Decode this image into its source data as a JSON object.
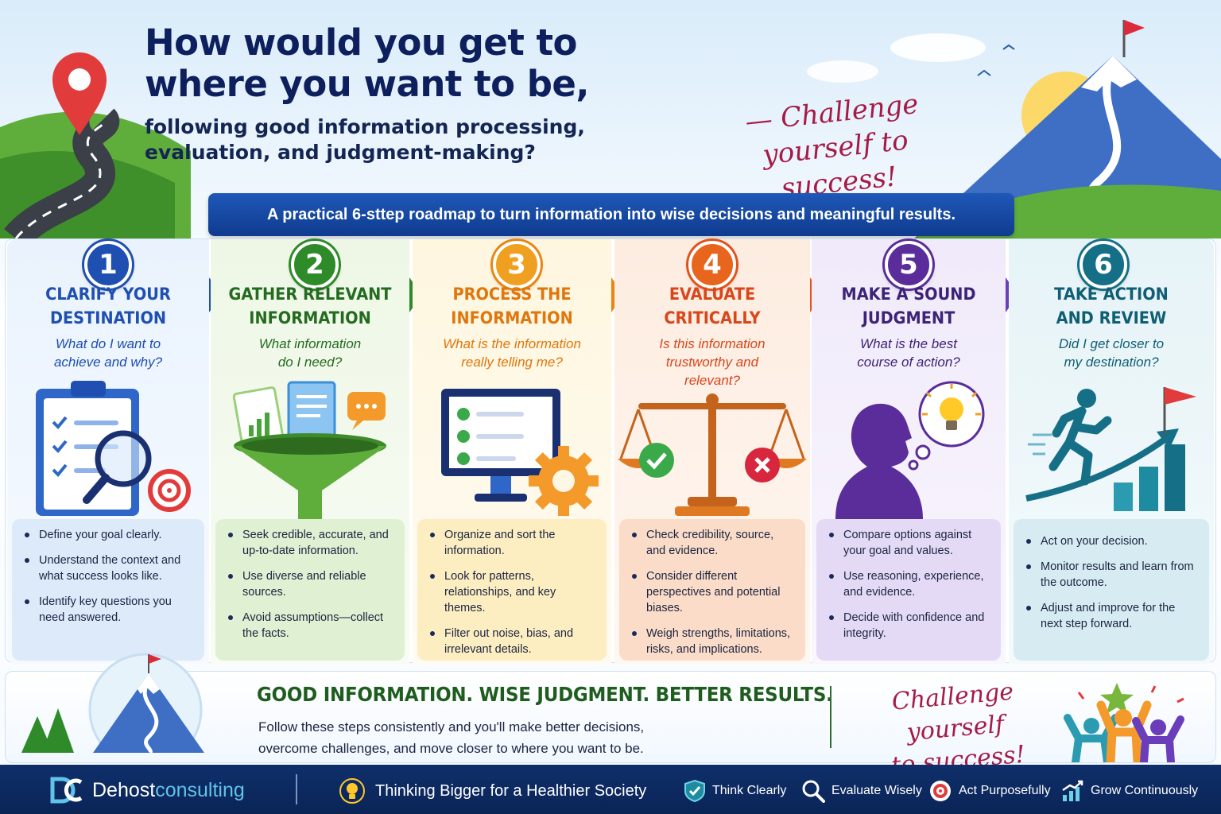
{
  "title": {
    "line1": "How would you get to",
    "line2": "where you want to be,",
    "sub1": "following good information processing,",
    "sub2": "evaluation, and judgment-making?"
  },
  "tagline_top": {
    "line1": "— Challenge",
    "line2": "yourself to success!"
  },
  "banner": "A practical 6-sttep roadmap to turn information into wise decisions and meaningful results.",
  "steps": [
    {
      "num": "1",
      "title1": "CLARIFY YOUR",
      "title2": "DESTINATION",
      "q1": "What do I want to",
      "q2": "achieve and why?",
      "q3": "",
      "color": "#1f4fb0",
      "icon": "clipboard-magnifier-icon",
      "bullets": [
        "Define your goal clearly.",
        "Understand the context and what success looks like.",
        "Identify key questions you need answered."
      ]
    },
    {
      "num": "2",
      "title1": "GATHER RELEVANT",
      "title2": "INFORMATION",
      "q1": "What information",
      "q2": "do I need?",
      "q3": "",
      "color": "#2f8a2a",
      "icon": "funnel-documents-icon",
      "bullets": [
        "Seek credible, accurate, and up-to-date information.",
        "Use diverse and reliable sources.",
        "Avoid assumptions—collect the facts."
      ]
    },
    {
      "num": "3",
      "title1": "PROCESS THE",
      "title2": "INFORMATION",
      "q1": "What is the information",
      "q2": "really telling me?",
      "q3": "",
      "color": "#e8860f",
      "icon": "monitor-gear-icon",
      "bullets": [
        "Organize and sort the information.",
        "Look for patterns, relationships, and key themes.",
        "Filter out noise, bias, and irrelevant details."
      ]
    },
    {
      "num": "4",
      "title1": "EVALUATE",
      "title2": "CRITICALLY",
      "q1": "Is this information",
      "q2": "trustworthy and",
      "q3": "relevant?",
      "color": "#e0531b",
      "icon": "balance-scale-icon",
      "bullets": [
        "Check credibility, source, and evidence.",
        "Consider different perspectives and potential biases.",
        "Weigh strengths, limitations, risks, and implications."
      ]
    },
    {
      "num": "5",
      "title1": "MAKE A SOUND",
      "title2": "JUDGMENT",
      "q1": "What is the best",
      "q2": "course of action?",
      "q3": "",
      "color": "#5a2d9a",
      "icon": "thinking-head-icon",
      "bullets": [
        "Compare options against your goal and values.",
        "Use reasoning, experience, and evidence.",
        "Decide with confidence and integrity."
      ]
    },
    {
      "num": "6",
      "title1": "TAKE ACTION",
      "title2": "AND REVIEW",
      "q1": "Did I get closer to",
      "q2": "my destination?",
      "q3": "",
      "color": "#156f86",
      "icon": "runner-growth-icon",
      "bullets": [
        "Act on your decision.",
        "Monitor results and learn from the outcome.",
        "Adjust and improve for the next step forward."
      ]
    }
  ],
  "bottom": {
    "headline": "GOOD INFORMATION. WISE JUDGMENT. BETTER RESULTS.",
    "body1": "Follow these steps consistently and you'll make better decisions,",
    "body2": "overcome challenges, and move closer to where you want to be.",
    "script1": "Challenge yourself",
    "script2": "to success!"
  },
  "footer": {
    "brand_a": "Dehost",
    "brand_b": "consulting",
    "tagline": "Thinking Bigger for a Healthier Society",
    "pills": [
      "Think Clearly",
      "Evaluate Wisely",
      "Act Purposefully",
      "Grow Continuously"
    ]
  },
  "colors": {
    "navy": "#0d1f5c",
    "accent_red": "#a51b47",
    "banner": "#1f58b8",
    "footer": "#0f2f6b"
  }
}
